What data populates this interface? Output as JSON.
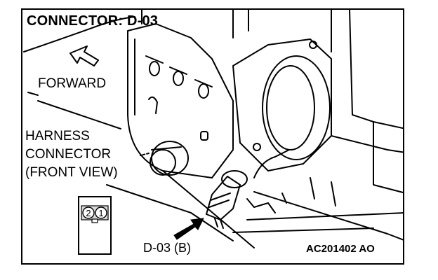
{
  "title": "CONNECTOR: D-03",
  "forward_label": "FORWARD",
  "harness_label": {
    "line1": "HARNESS",
    "line2": "CONNECTOR",
    "line3": "(FRONT VIEW)"
  },
  "pin_numbers": [
    "2",
    "1"
  ],
  "connector_label": "D-03 (B)",
  "figure_code": "AC201402 AO"
}
